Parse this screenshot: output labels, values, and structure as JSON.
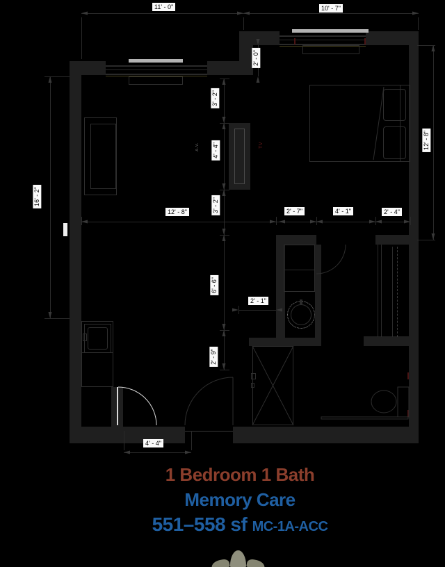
{
  "drawing": {
    "dimensions": {
      "living_width_top": "11' - 0\"",
      "bedroom_width_top": "10' - 7\"",
      "window_wall_jog": "2' - 0\"",
      "media_wall_upper": "3' - 2\"",
      "media_unit": "4' - 4\"",
      "media_wall_lower": "3' - 2\"",
      "living_width": "12' - 8\"",
      "bedroom_wall_seg1": "2' - 7\"",
      "bedroom_opening": "4' - 1\"",
      "bedroom_wall_seg2": "2' - 4\"",
      "unit_depth_left": "16' - 2\"",
      "bedroom_depth_right": "12' - 8\"",
      "bath_zone_upper": "6' - 6\"",
      "vanity_width": "2' - 1\"",
      "bath_zone_lower": "2' - 9\"",
      "entry_width": "4' - 4\""
    },
    "annotations": {
      "av_label": "A.V.",
      "tv_label": "TV"
    }
  },
  "title_block": {
    "line1": "1 Bedroom 1 Bath",
    "line2": "Memory Care",
    "area": "551–558 sf",
    "unit_code": "MC-1A-ACC"
  },
  "colors": {
    "background": "#000000",
    "wall_fill": "#1f1f1f",
    "line": "#2a2a2a",
    "dim_label_bg": "#fafafa",
    "window_sill": "#b4b4b4",
    "white_door": "#d8d8d8",
    "title_line1": "#8b3e2c",
    "title_line2": "#1f5fa2",
    "title_area": "#1f5fa2",
    "title_code": "#1f5fa2",
    "tv_text": "#6b1a1a",
    "av_text": "#777777",
    "logo_fill": "#8f8f7d"
  }
}
